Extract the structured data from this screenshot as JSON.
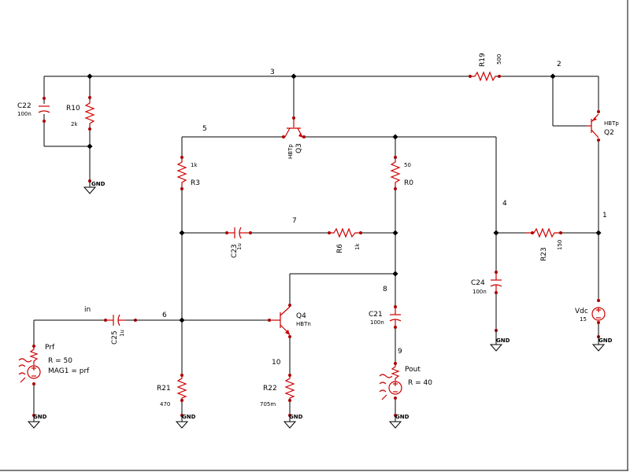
{
  "nodes": {
    "n1": "1",
    "n2": "2",
    "n3": "3",
    "n4": "4",
    "n5": "5",
    "n6": "6",
    "n7": "7",
    "n8": "8",
    "n9": "9",
    "n10": "10",
    "in": "in"
  },
  "components": {
    "C22": {
      "name": "C22",
      "value": "100n"
    },
    "R10": {
      "name": "R10",
      "value": "2k"
    },
    "R19": {
      "name": "R19",
      "value": "500"
    },
    "Q3": {
      "name": "Q3",
      "model": "HBTp"
    },
    "Q2": {
      "name": "Q2",
      "model": "HBTp"
    },
    "R3": {
      "name": "R3",
      "value": "1k"
    },
    "R0": {
      "name": "R0",
      "value": "50"
    },
    "C23": {
      "name": "C23",
      "value": "1u"
    },
    "R6": {
      "name": "R6",
      "value": "1k"
    },
    "R23": {
      "name": "R23",
      "value": "150"
    },
    "C24": {
      "name": "C24",
      "value": "100n"
    },
    "Vdc": {
      "name": "Vdc",
      "value": "15"
    },
    "C21": {
      "name": "C21",
      "value": "100n"
    },
    "Q4": {
      "name": "Q4",
      "model": "HBTn"
    },
    "C25": {
      "name": "C25",
      "value": "1u"
    },
    "Prf": {
      "name": "Prf",
      "param1": "R = 50",
      "param2": "MAG1 = prf"
    },
    "R21": {
      "name": "R21",
      "value": "470"
    },
    "R22": {
      "name": "R22",
      "value": "705m"
    },
    "Pout": {
      "name": "Pout",
      "param1": "R = 40"
    }
  },
  "gnd_label": "GND"
}
